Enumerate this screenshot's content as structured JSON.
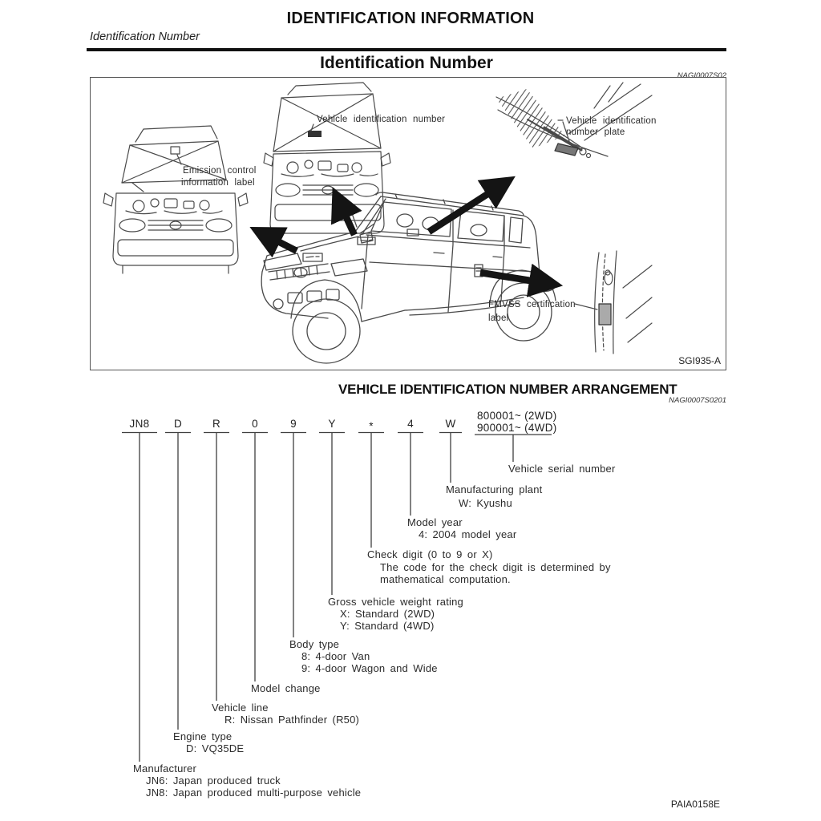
{
  "page": {
    "title": "IDENTIFICATION INFORMATION",
    "breadcrumb": "Identification Number",
    "section_heading": "Identification Number",
    "section_ref": "NAGI0007S02",
    "figure_ref": "SGI935-A",
    "arrangement_heading": "VEHICLE IDENTIFICATION NUMBER ARRANGEMENT",
    "arrangement_ref": "NAGI0007S0201",
    "page_ref": "PAIA0158E"
  },
  "figure": {
    "labels": {
      "emission": [
        "Emission control",
        "information label"
      ],
      "vin_number": "Vehicle identification number",
      "vin_plate": [
        "Vehicle identification",
        "number plate"
      ],
      "fmvss": [
        "FMVSS certification",
        "label"
      ]
    }
  },
  "vin": {
    "codes": [
      "JN8",
      "D",
      "R",
      "0",
      "9",
      "Y",
      "*",
      "4",
      "W"
    ],
    "serial_range": [
      "800001~ (2WD)",
      "900001~ (4WD)"
    ],
    "descriptions": [
      {
        "title": "Vehicle serial number",
        "details": []
      },
      {
        "title": "Manufacturing plant",
        "details": [
          "W: Kyushu"
        ]
      },
      {
        "title": "Model year",
        "details": [
          "4: 2004 model year"
        ]
      },
      {
        "title": "Check digit (0 to 9 or X)",
        "details": [
          "The code for the check digit is determined by",
          "mathematical computation."
        ]
      },
      {
        "title": "Gross vehicle weight rating",
        "details": [
          "X: Standard (2WD)",
          "Y: Standard (4WD)"
        ]
      },
      {
        "title": "Body type",
        "details": [
          "8: 4-door Van",
          "9: 4-door Wagon and Wide"
        ]
      },
      {
        "title": "Model change",
        "details": []
      },
      {
        "title": "Vehicle line",
        "details": [
          "R: Nissan Pathfinder (R50)"
        ]
      },
      {
        "title": "Engine type",
        "details": [
          "D: VQ35DE"
        ]
      },
      {
        "title": "Manufacturer",
        "details": [
          "JN6: Japan produced truck",
          "JN8: Japan produced multi-purpose vehicle"
        ]
      }
    ]
  }
}
